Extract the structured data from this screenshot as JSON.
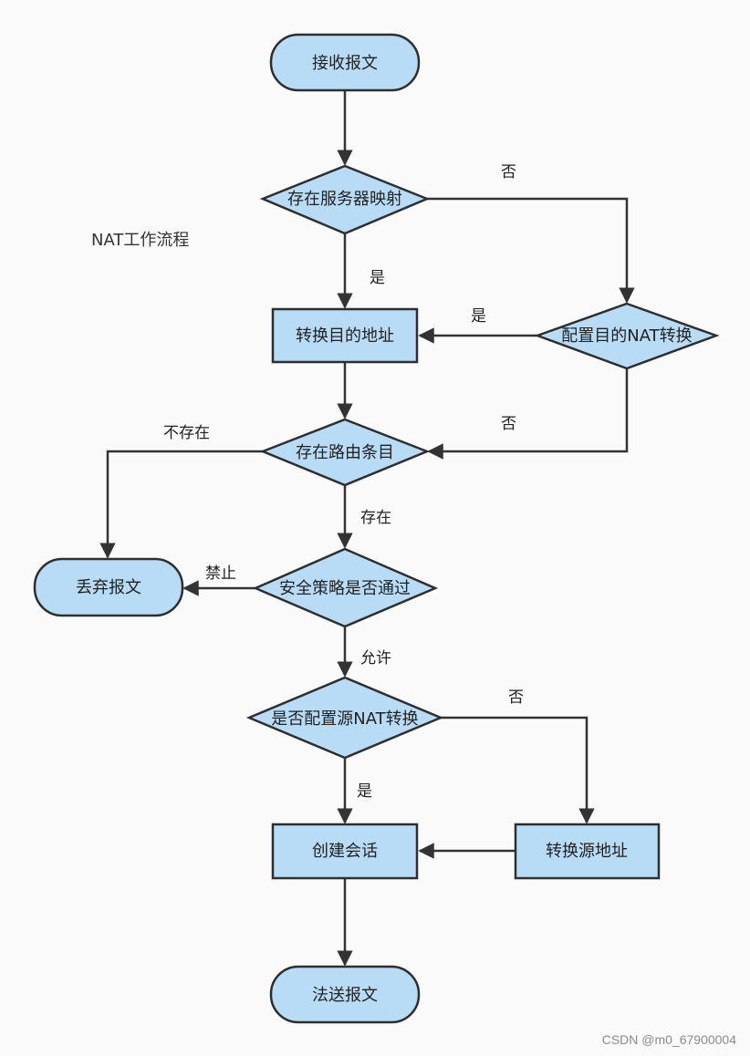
{
  "note": "NAT工作流程",
  "watermark": "CSDN @m0_67900004",
  "colors": {
    "node_fill": "#b9dcf6",
    "stroke": "#2e2e2e",
    "background": "#fafafa"
  },
  "nodes": {
    "receive": "接收报文",
    "server_map": "存在服务器映射",
    "translate_dst": "转换目的地址",
    "dst_nat": "配置目的NAT转换",
    "route": "存在路由条目",
    "discard": "丢弃报文",
    "security": "安全策略是否通过",
    "src_nat": "是否配置源NAT转换",
    "create_session": "创建会话",
    "translate_src": "转换源地址",
    "send": "法送报文"
  },
  "edge_labels": {
    "server_map_no": "否",
    "server_map_yes": "是",
    "dst_nat_yes": "是",
    "dst_nat_no": "否",
    "route_missing": "不存在",
    "route_exists": "存在",
    "security_deny": "禁止",
    "security_allow": "允许",
    "src_nat_no": "否",
    "src_nat_yes": "是"
  }
}
